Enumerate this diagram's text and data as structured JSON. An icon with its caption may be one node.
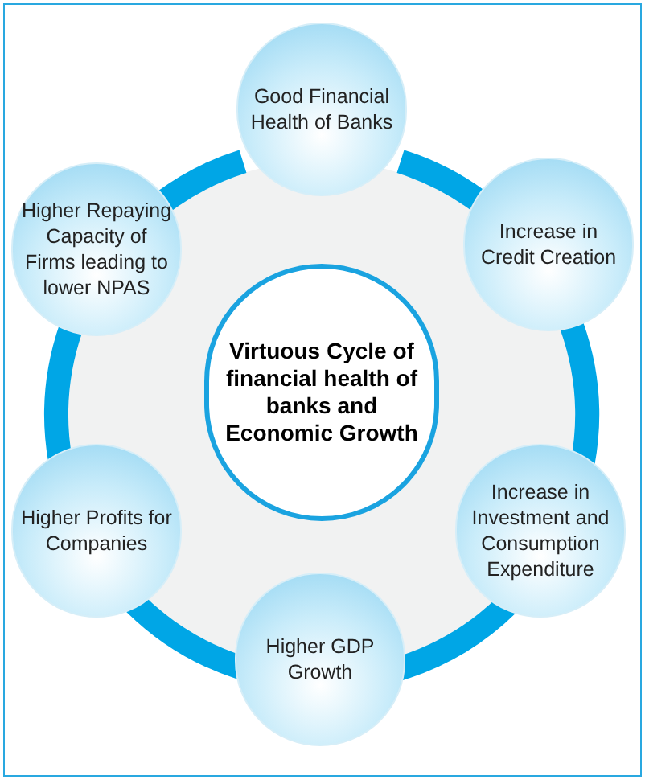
{
  "diagram": {
    "nodes": [
      {
        "text": [
          "Good Financial Health of Banks"
        ]
      },
      {
        "text": [
          "Increase in Credit Creation"
        ]
      },
      {
        "text": [
          "Increase in Investment and Consumption Expenditure"
        ]
      },
      {
        "text": [
          "Higher GDP Growth"
        ]
      },
      {
        "text": [
          "Higher Profits for Companies"
        ]
      },
      {
        "text": [
          "Higher Repaying Capacity of Firms leading to lower NPAS"
        ]
      },
      {
        "text": [
          "Virtuous Cycle of financial health of banks and Economic Growth"
        ]
      }
    ],
    "edges": [
      {
        "from": 0,
        "to": 1,
        "arrow": "none"
      },
      {
        "from": 1,
        "to": 2,
        "arrow": "none"
      },
      {
        "from": 2,
        "to": 3,
        "arrow": "none"
      },
      {
        "from": 3,
        "to": 4,
        "arrow": "none"
      },
      {
        "from": 4,
        "to": 5,
        "arrow": "none"
      },
      {
        "from": 5,
        "to": 0,
        "arrow": "none"
      }
    ]
  }
}
